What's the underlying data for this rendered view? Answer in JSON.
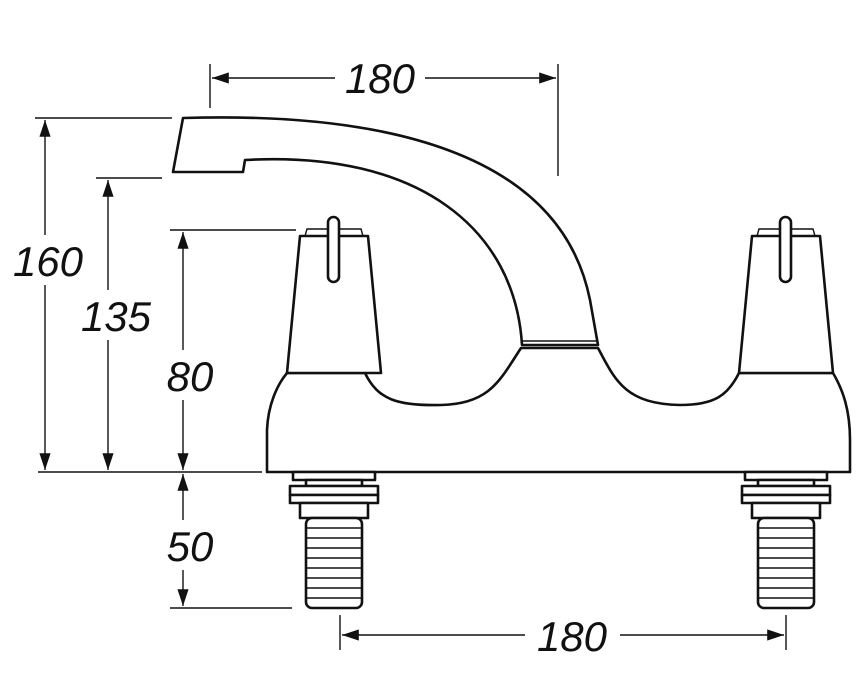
{
  "title": "Deck mounted bath tap dimensions",
  "dimensions": {
    "spout_reach": "180",
    "total_height": "160",
    "spout_outlet_height": "135",
    "handle_height": "80",
    "tail_length": "50",
    "tap_centres": "180"
  },
  "colors": {
    "line": "#111111",
    "background": "#ffffff"
  }
}
